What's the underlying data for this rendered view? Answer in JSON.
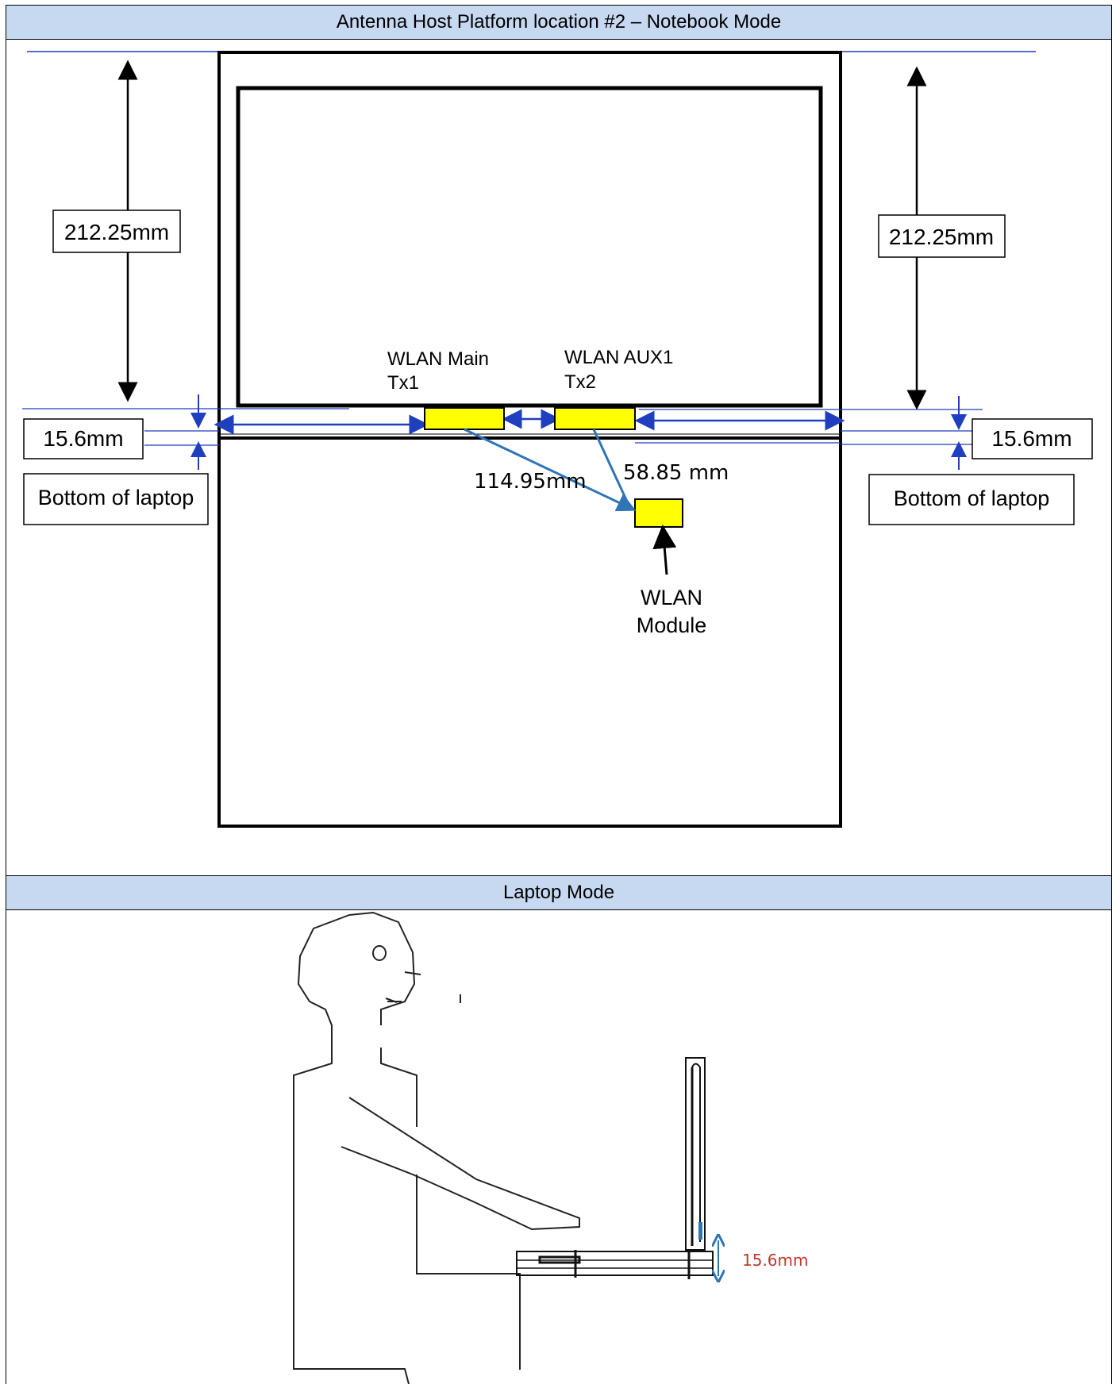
{
  "section1": {
    "title": "Antenna Host Platform location #2 – Notebook Mode",
    "dim_left_height": "212.25mm",
    "dim_right_height": "212.25mm",
    "dim_left_edge": "15.6mm",
    "dim_right_edge": "15.6mm",
    "bottom_left": "Bottom of laptop",
    "bottom_right": "Bottom of laptop",
    "antenna_main_line1": "WLAN Main",
    "antenna_main_line2": "Tx1",
    "antenna_aux_line1": "WLAN AUX1",
    "antenna_aux_line2": "Tx2",
    "dist_main": "114.95mm",
    "dist_aux": "58.85 mm",
    "module_line1": "WLAN",
    "module_line2": "Module"
  },
  "section2": {
    "title": "Laptop Mode",
    "thickness": "15.6mm"
  },
  "colors": {
    "header_bg": "#c6d9f1",
    "antenna_fill": "#ffff00",
    "dimension_blue": "#1f3fbf",
    "connector_blue": "#2e75b6",
    "thickness_red": "#c0392b"
  }
}
